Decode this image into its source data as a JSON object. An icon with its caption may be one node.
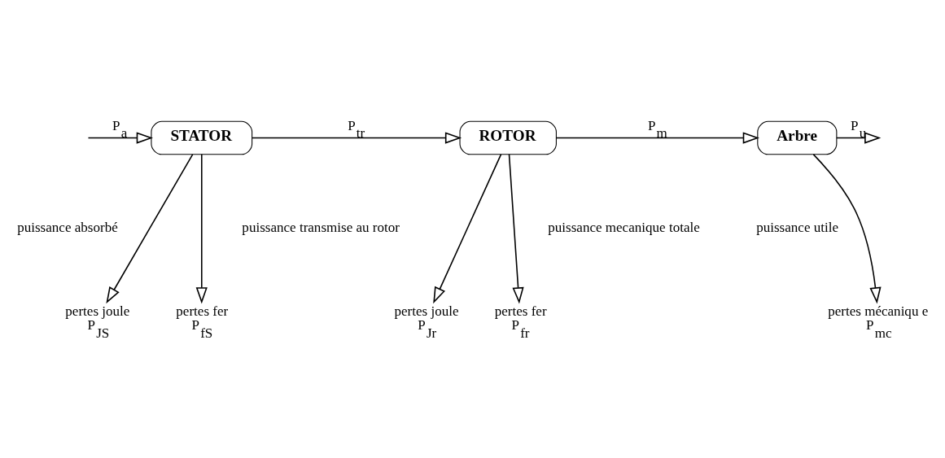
{
  "diagram": {
    "nodes": [
      {
        "text": [
          "STATOR"
        ]
      },
      {
        "text": [
          "ROTOR"
        ]
      },
      {
        "text": [
          "Arbre"
        ]
      },
      {
        "text": [
          "pertes joule",
          "P$_{JS}$"
        ]
      },
      {
        "text": [
          "pertes fer",
          "P$_{fS}$"
        ]
      },
      {
        "text": [
          "pertes joule",
          "P$_{Jr}$"
        ]
      },
      {
        "text": [
          "pertes fer",
          "P$_{fr}$"
        ]
      },
      {
        "text": [
          "pertes mécaniqu e",
          "P$_{mc}$"
        ]
      }
    ],
    "edges": [
      {
        "from": null,
        "to": 0,
        "arrow": "to",
        "label": "P$_{a}$"
      },
      {
        "from": 0,
        "to": 1,
        "arrow": "to",
        "label": "P$_{tr}$"
      },
      {
        "from": 1,
        "to": 2,
        "arrow": "to",
        "label": "P$_{m}$"
      },
      {
        "from": 2,
        "to": null,
        "arrow": "to",
        "label": "P$_{u}$"
      },
      {
        "from": 0,
        "to": 3,
        "arrow": "to"
      },
      {
        "from": 0,
        "to": 4,
        "arrow": "to"
      },
      {
        "from": 1,
        "to": 5,
        "arrow": "to"
      },
      {
        "from": 1,
        "to": 6,
        "arrow": "to"
      },
      {
        "from": 2,
        "to": 7,
        "arrow": "to"
      }
    ],
    "labels": [
      "puissance absorbé",
      "puissance transmise au rotor",
      "puissance mecanique totale",
      "puissance utile"
    ]
  }
}
